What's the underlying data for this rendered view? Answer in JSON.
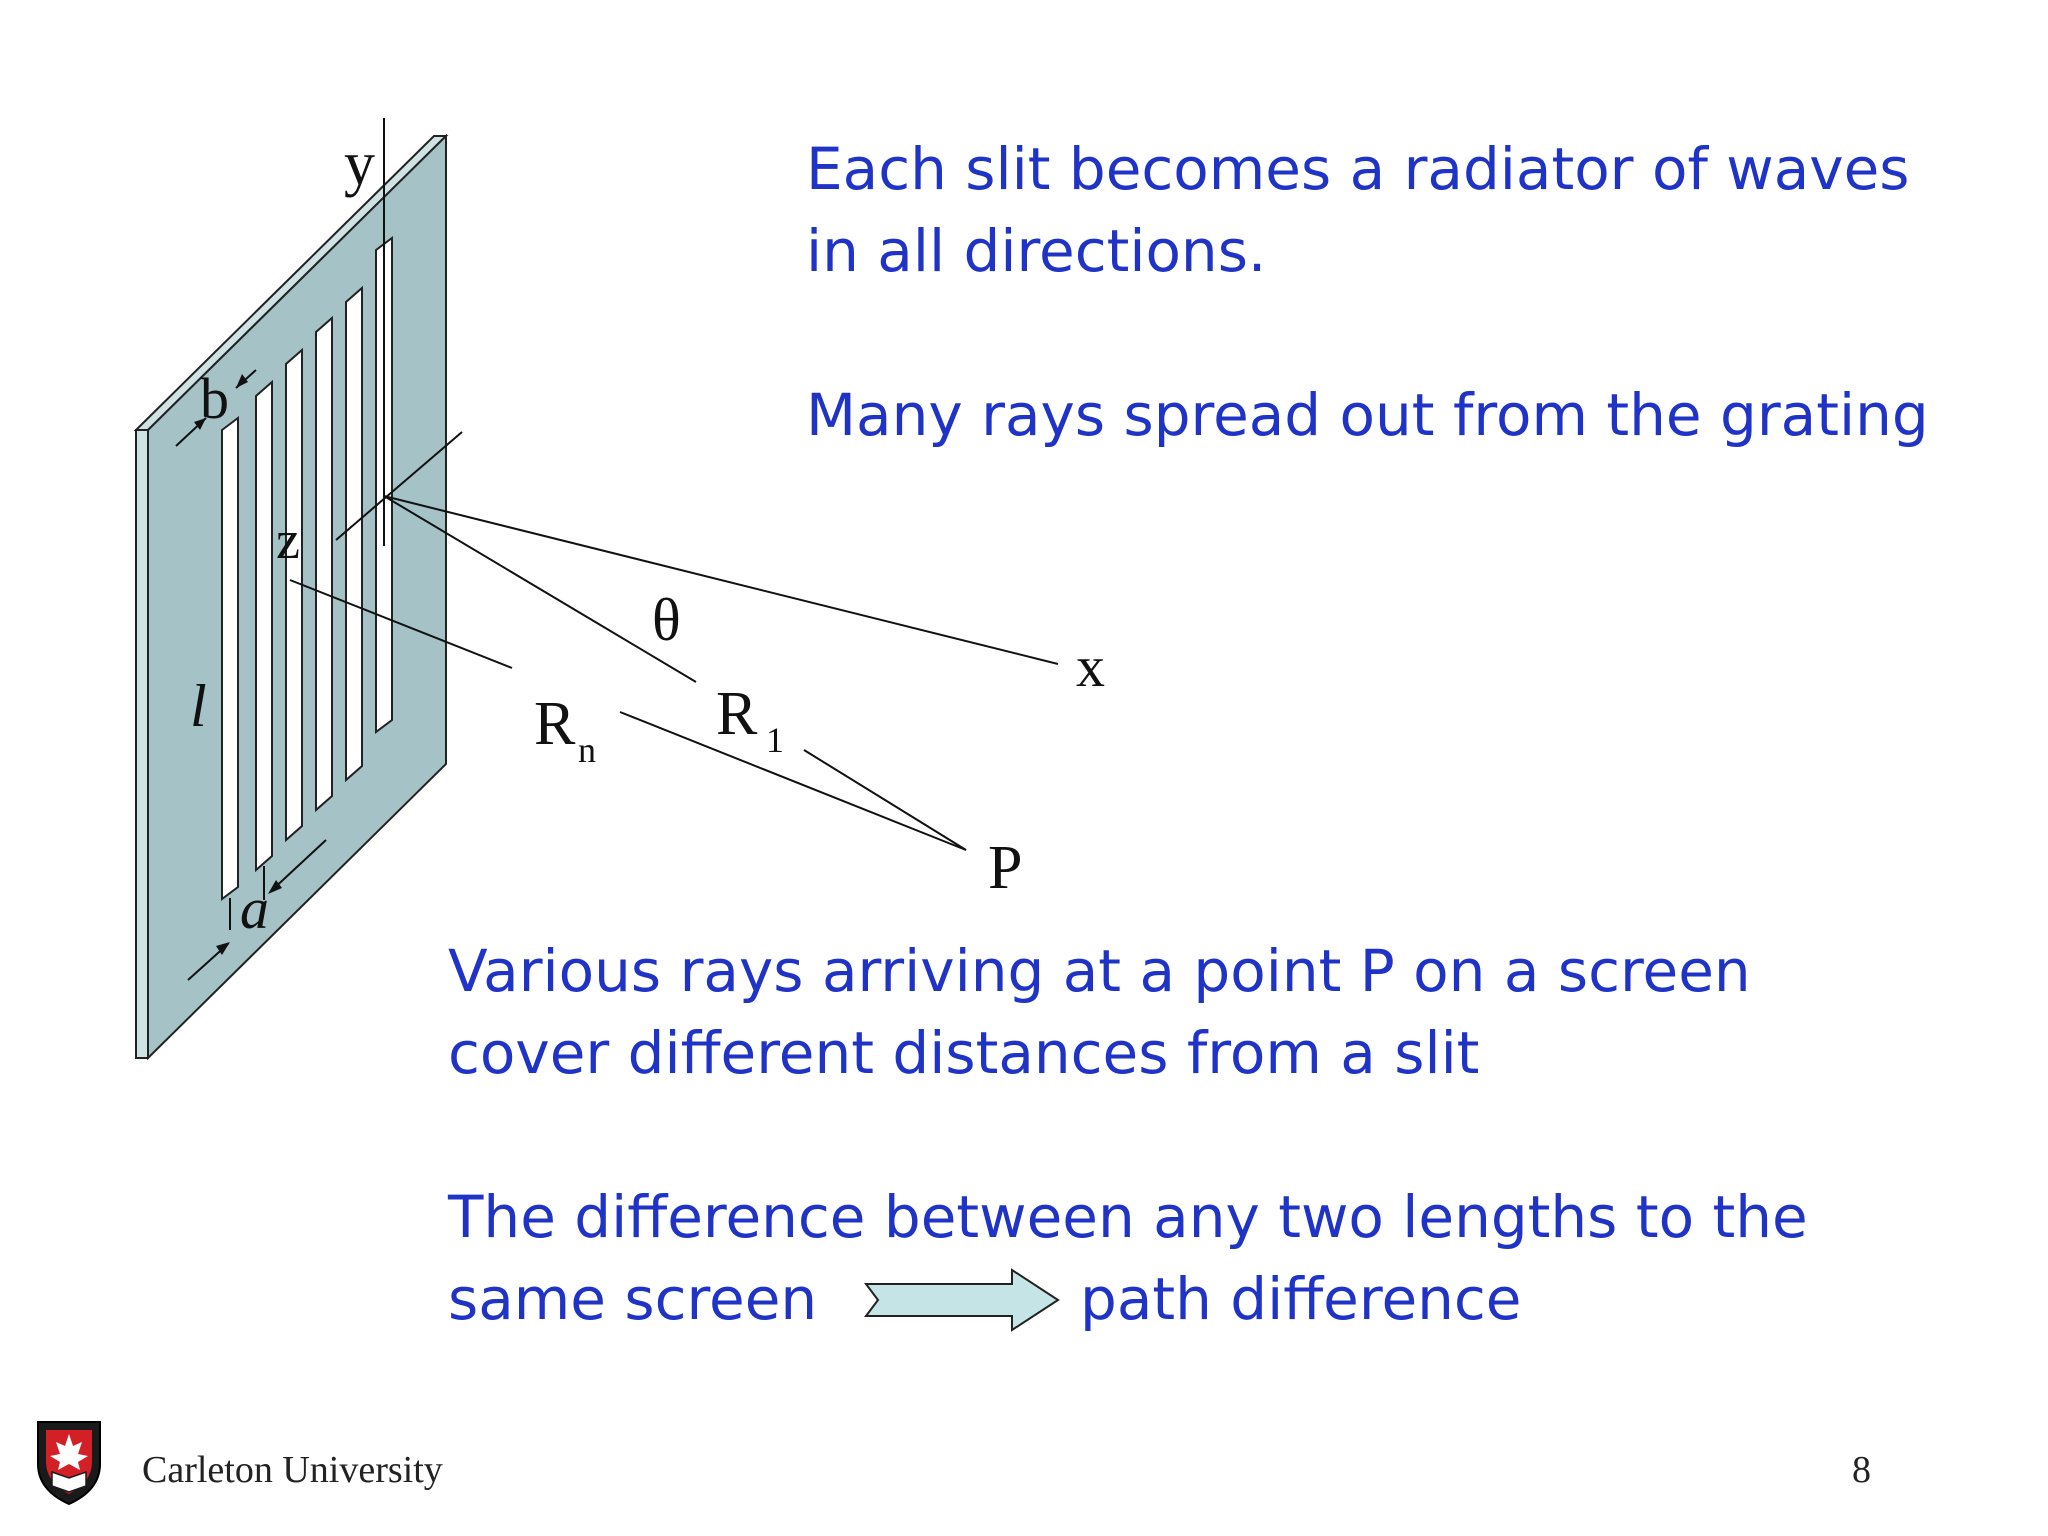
{
  "slide": {
    "paragraphs": {
      "p1_line1": "Each slit becomes a radiator of waves",
      "p1_line2": "in all directions.",
      "p2": "Many rays spread out from the grating",
      "p3_line1": "Various rays arriving at a point P on a screen",
      "p3_line2": "cover different distances from a slit",
      "p4_line1": "The difference between any two lengths to the",
      "p4_line2_left": "same screen",
      "p4_line2_right": "path difference"
    },
    "diagram": {
      "axis_y": "y",
      "axis_z": "z",
      "axis_x": "x",
      "slit_spacing": "b",
      "slit_width": "a",
      "slit_length": "l",
      "angle": "θ",
      "ray_n_main": "R",
      "ray_n_sub": "n",
      "ray_1_main": "R",
      "ray_1_sub": "1",
      "point": "P",
      "slit_count": 6
    },
    "footer": {
      "institution": "Carleton University",
      "page_number": "8"
    },
    "colors": {
      "text": "#1f33c6",
      "grating_face": "#a5c2c6",
      "grating_edge": "#cfe2e4",
      "arrow_fill": "#c5e4e6"
    }
  }
}
